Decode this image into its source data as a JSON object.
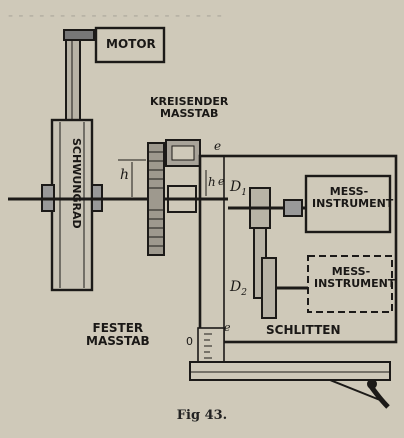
{
  "figure": {
    "caption": "Fig 43.",
    "labels": {
      "motor": "MOTOR",
      "rotating_scale": "KREISENDER\nMASSTAB",
      "flywheel": "SCHWUNGRAD",
      "h_upper": "h",
      "h_lower": "h",
      "e_top": "e",
      "e_mid": "e",
      "e_low": "e",
      "d1": "D",
      "d1_sub": "1",
      "d2": "D",
      "d2_sub": "2",
      "instrument_1": "MESS-\nINSTRUMENT",
      "instrument_2": "MESS-\nINSTRUMENT",
      "fixed_scale": "FESTER\nMASSTAB",
      "carriage": "SCHLITTEN",
      "zero_mark": "0"
    }
  },
  "colors": {
    "ink": "#1c1a18",
    "paper": "#cfc9b9",
    "gear_fill": "#9e998e"
  }
}
